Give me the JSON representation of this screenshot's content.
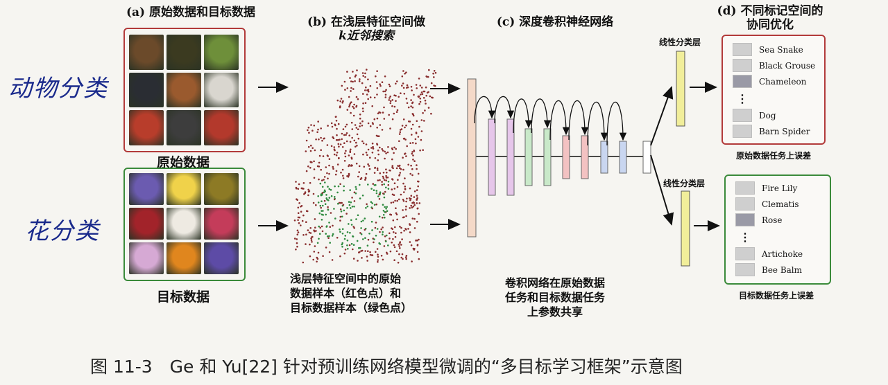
{
  "sections": {
    "a": {
      "title": "(a) 原始数据和目标数据",
      "source_label": "原始数据",
      "target_label": "目标数据"
    },
    "b": {
      "title_line1": "(b) 在浅层特征空间做",
      "title_line2": "k近邻搜索",
      "note_lines": [
        "浅层特征空间中的原始",
        "数据样本（红色点）和",
        "目标数据样本（绿色点）"
      ]
    },
    "c": {
      "title": "(c) 深度卷积神经网络",
      "note_lines": [
        "卷积网络在原始数据",
        "任务和目标数据任务",
        "上参数共享"
      ]
    },
    "d": {
      "title_line1": "(d) 不同标记空间的",
      "title_line2": "协同优化",
      "linear_top": "线性分类层",
      "linear_bottom": "线性分类层",
      "source_err": "原始数据任务上误差",
      "target_err": "目标数据任务上误差"
    }
  },
  "handwriting": {
    "animals": "动物分类",
    "flowers": "花分类"
  },
  "source_classes": [
    "Sea Snake",
    "Black Grouse",
    "Chameleon",
    "Dog",
    "Barn Spider"
  ],
  "target_classes": [
    "Fire Lily",
    "Clematis",
    "Rose",
    "Artichoke",
    "Bee Balm"
  ],
  "ellipsis": "⋮",
  "caption": "图 11-3　Ge 和 Yu[22] 针对预训练网络模型微调的“多目标学习框架”示意图",
  "colors": {
    "source_border": "#b23a3a",
    "target_border": "#3a8a3a",
    "layers": [
      "#f4d9c8",
      "#e6c6ea",
      "#e6c6ea",
      "#c9e9c9",
      "#c9e9c9",
      "#f3c2c2",
      "#f3c2c2",
      "#c9d6f0",
      "#c9d6f0",
      "#ffffff"
    ],
    "linear_layer": "#f1ee9a",
    "red_dot": "#8a2f2f",
    "green_dot": "#2f8a3f"
  },
  "source_thumbs": [
    "#6b4a2a",
    "#3b3a20",
    "#6e8f3a",
    "#2a2d33",
    "#9a5a2e",
    "#d9d6cf",
    "#b83d2b",
    "#3d3d3d",
    "#b3392c"
  ],
  "target_thumbs": [
    "#6b5bb0",
    "#f0d24a",
    "#8d7a25",
    "#a2232a",
    "#eeeae2",
    "#c43c5a",
    "#d6a9d4",
    "#e0861e",
    "#5d4ba6"
  ]
}
